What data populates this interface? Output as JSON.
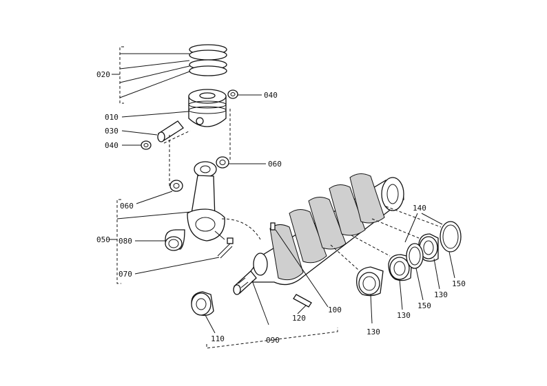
{
  "diagram": {
    "labels": {
      "l020": "020",
      "l040a": "040",
      "l010": "010",
      "l030": "030",
      "l040b": "040",
      "l060a": "060",
      "l060b": "060",
      "l050": "050",
      "l080": "080",
      "l070": "070",
      "l140": "140",
      "l150a": "150",
      "l150b": "150",
      "l130a": "130",
      "l130b": "130",
      "l130c": "130",
      "l100": "100",
      "l120": "120",
      "l110": "110",
      "l090": "090"
    }
  }
}
